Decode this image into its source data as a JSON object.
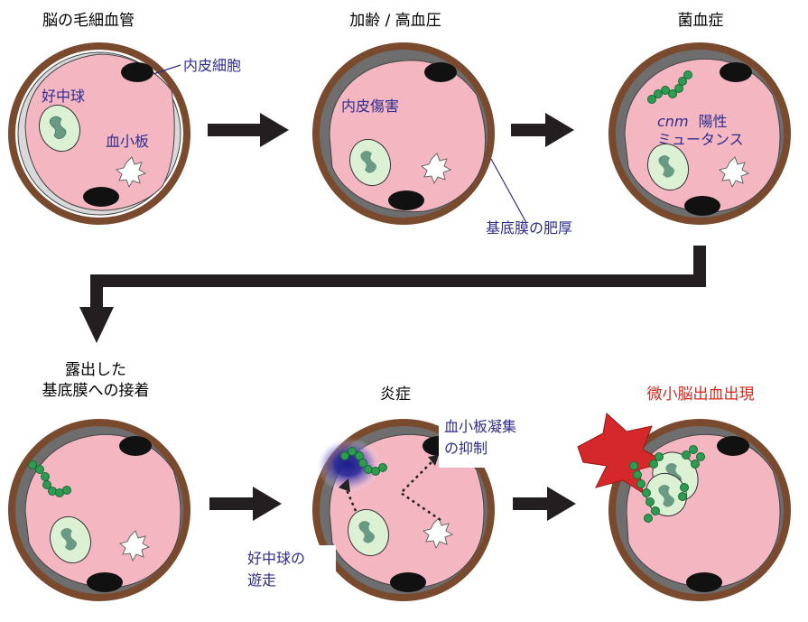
{
  "colors": {
    "wall": "#7a4a2e",
    "membrane": "#8e8e8e",
    "lumen": "#f4b7c2",
    "blue_text": "#2e2d8f",
    "black_text": "#222222",
    "red_text": "#e0251b",
    "bacteria": "#2e9a52",
    "bacteria_dark": "#176b34",
    "neutrophil": "#dcf0d4",
    "neutrophil_nucleus": "#6a9a84",
    "hemorrhage": "#d5282b",
    "arrow": "#231f20"
  },
  "panels": {
    "p1": {
      "title": "脳の毛細血管",
      "endothelium": "内皮細胞",
      "neutrophil": "好中球",
      "platelet": "血小板"
    },
    "p2": {
      "title": "加齢 / 高血圧",
      "damage": "内皮傷害",
      "thickening": "基底膜の肥厚"
    },
    "p3": {
      "title": "菌血症",
      "cnm": "cnm",
      "positive": "陽性",
      "mutans": "ミュータンス"
    },
    "p4": {
      "title_line1": "露出した",
      "title_line2": "基底膜への接着"
    },
    "p5": {
      "title": "炎症",
      "inhibit_line1": "血小板凝集",
      "inhibit_line2": "の抑制",
      "migrate_line1": "好中球の",
      "migrate_line2": "遊走"
    },
    "p6": {
      "title": "微小脳出血出現"
    }
  }
}
